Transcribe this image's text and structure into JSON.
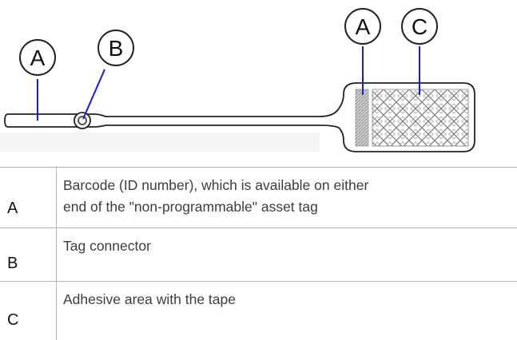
{
  "diagram": {
    "callouts": {
      "left_a": "A",
      "b": "B",
      "right_a": "A",
      "c": "C"
    }
  },
  "legend": {
    "rows": [
      {
        "letter": "A",
        "description_line1": "Barcode (ID number), which is available on either",
        "description_line2": "end of the \"non-programmable\" asset tag"
      },
      {
        "letter": "B",
        "description_line1": "Tag connector"
      },
      {
        "letter": "C",
        "description_line1": "Adhesive area with the tape"
      }
    ]
  },
  "colors": {
    "callout_line": "#1a1adb",
    "outline": "#222222",
    "barcode_fill": "#bdbdbd",
    "table_border": "#b5b5b5"
  }
}
